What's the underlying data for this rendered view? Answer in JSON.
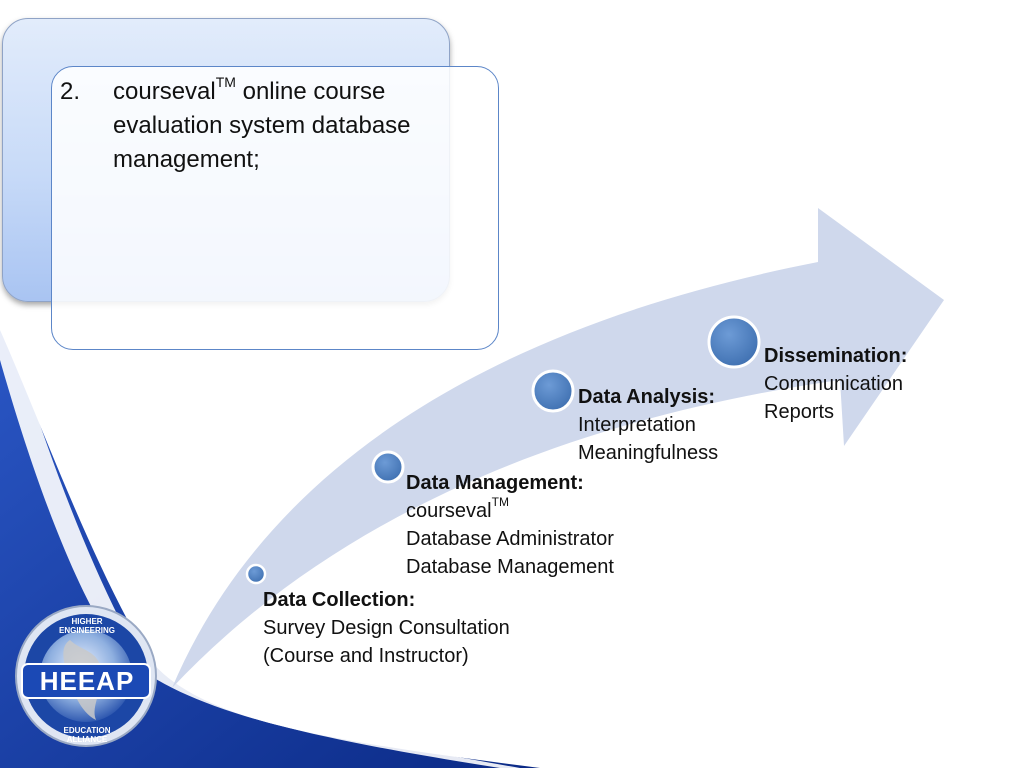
{
  "card": {
    "number": "2.",
    "text_pre": "courseval",
    "text_sup": "TM",
    "text_post": " online course evaluation system database management;"
  },
  "stages": [
    {
      "title": "Dissemination:",
      "lines": [
        "Communication",
        "Reports"
      ]
    },
    {
      "title": "Data Analysis:",
      "lines": [
        "Interpretation",
        "Meaningfulness"
      ]
    },
    {
      "title": "Data Management:",
      "brand": "courseval",
      "brand_sup": "TM",
      "lines": [
        "Database Administrator",
        "Database Management"
      ]
    },
    {
      "title": "Data Collection:",
      "lines": [
        "Survey Design Consultation",
        "(Course and Instructor)"
      ]
    }
  ],
  "logo": {
    "name": "HEEAP",
    "ring_top": "HIGHER ENGINEERING",
    "ring_bottom": "EDUCATION ALLIANCE"
  },
  "colors": {
    "arrow": "#cdd6ea",
    "node": "#4f81bd",
    "corner_blue": "#1a3fa0"
  }
}
